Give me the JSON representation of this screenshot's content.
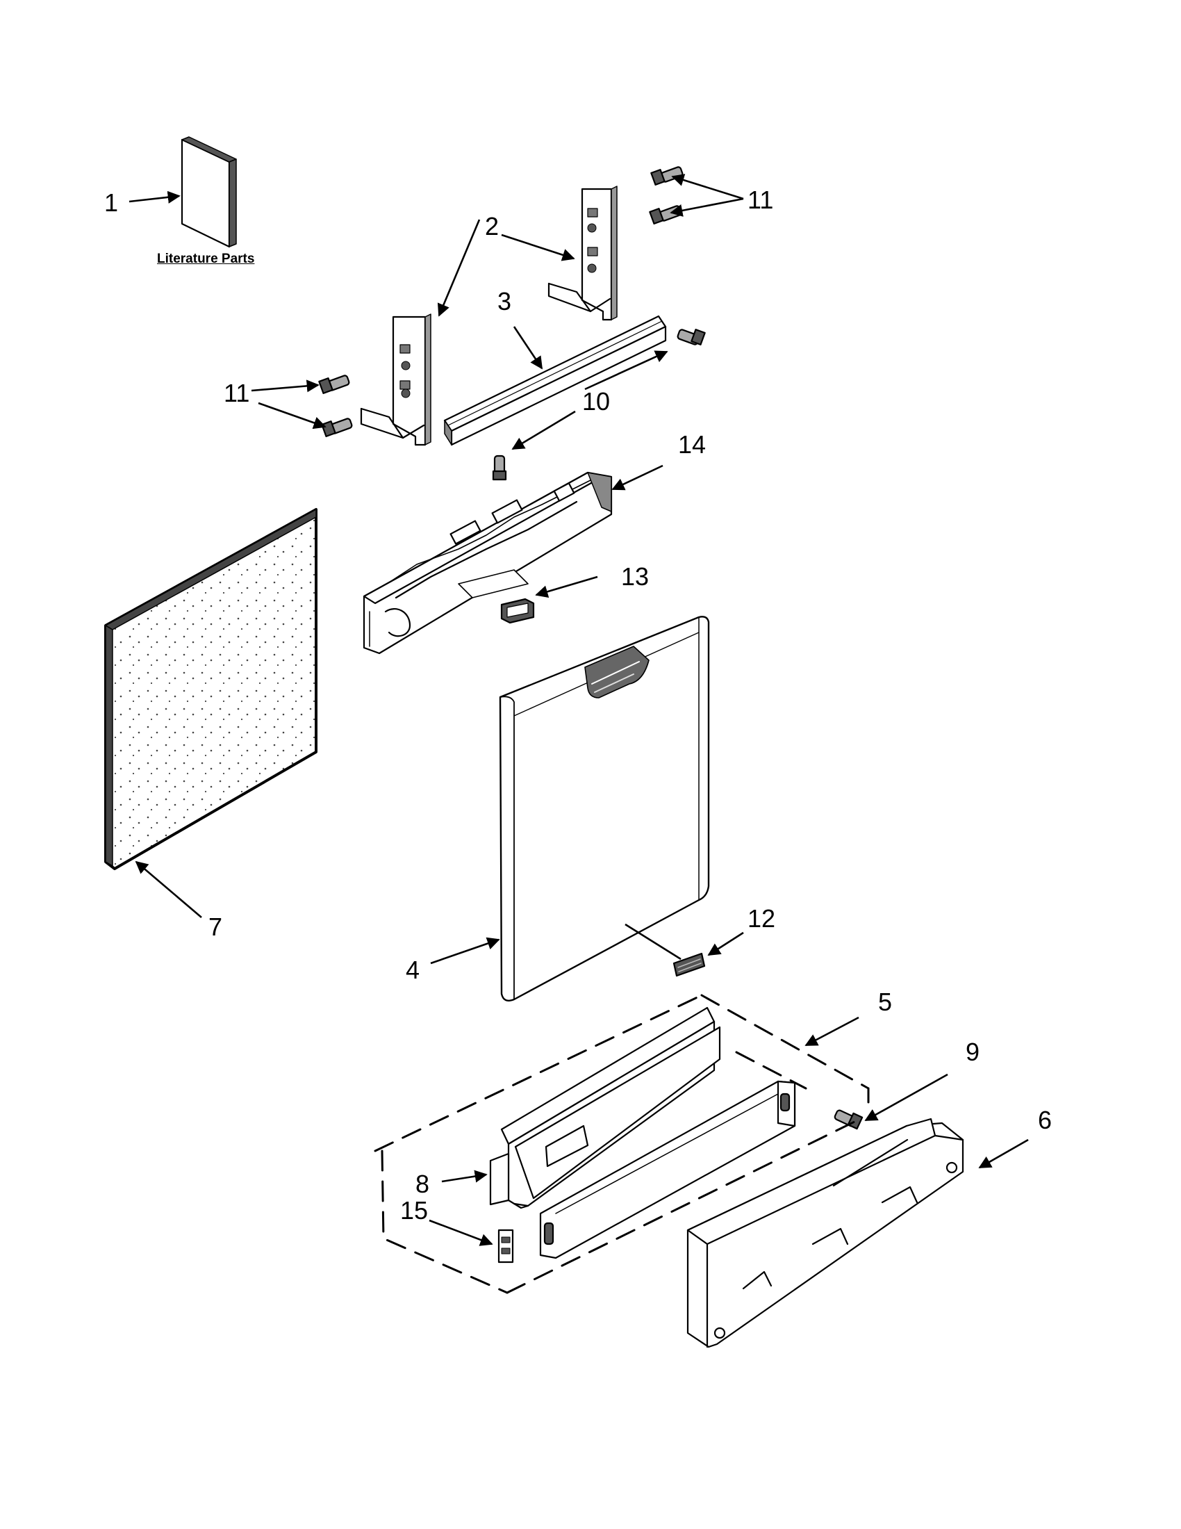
{
  "diagram": {
    "literature_label": "Literature Parts",
    "callouts": {
      "c1": "1",
      "c2": "2",
      "c3": "3",
      "c4": "4",
      "c5": "5",
      "c6": "6",
      "c7": "7",
      "c8": "8",
      "c9": "9",
      "c10": "10",
      "c11_top": "11",
      "c11_left": "11",
      "c12": "12",
      "c13": "13",
      "c14": "14",
      "c15": "15"
    }
  }
}
